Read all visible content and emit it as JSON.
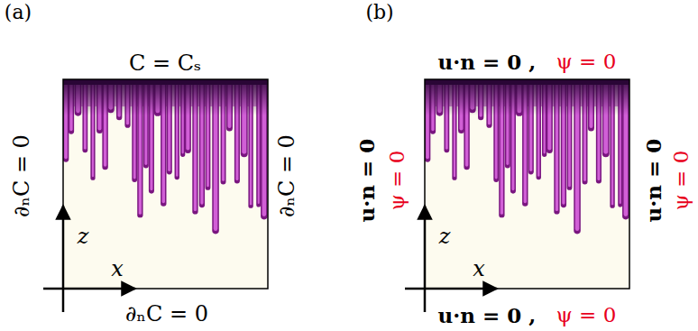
{
  "diagram": {
    "labels": [
      "(a)",
      "C = Cₛ",
      "∂ₙC = 0",
      "∂ₙC = 0",
      "z",
      "x",
      "∂ₙC = 0",
      "(b)",
      "u·n = 0 ,",
      "ψ = 0",
      "u·n = 0",
      "ψ = 0",
      "u·n = 0",
      "ψ = 0",
      "z",
      "x",
      "u·n = 0 ,",
      "ψ = 0"
    ]
  }
}
